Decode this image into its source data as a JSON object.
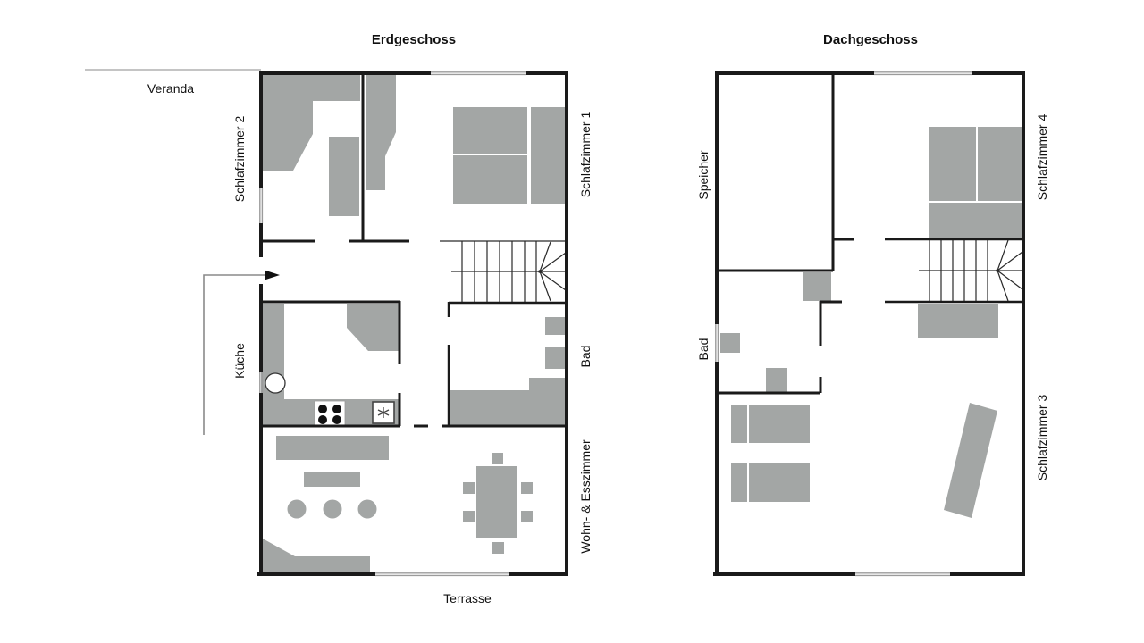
{
  "document": {
    "type": "floorplan-drawing"
  },
  "colors": {
    "wall": "#1a1a1a",
    "furniture": "#a3a6a5",
    "window_line": "#9b9b9b",
    "thin_line": "#b0b0b0",
    "text": "#111111"
  },
  "erdgeschoss": {
    "title": "Erdgeschoss",
    "labels": {
      "veranda": "Veranda",
      "schlafzimmer2": "Schlafzimmer 2",
      "schlafzimmer1": "Schlafzimmer 1",
      "kueche": "Küche",
      "bad": "Bad",
      "wohn_esszimmer": "Wohn- & Esszimmer",
      "terrasse": "Terrasse"
    }
  },
  "dachgeschoss": {
    "title": "Dachgeschoss",
    "labels": {
      "speicher": "Speicher",
      "schlafzimmer4": "Schlafzimmer 4",
      "bad": "Bad",
      "schlafzimmer3": "Schlafzimmer 3"
    }
  }
}
